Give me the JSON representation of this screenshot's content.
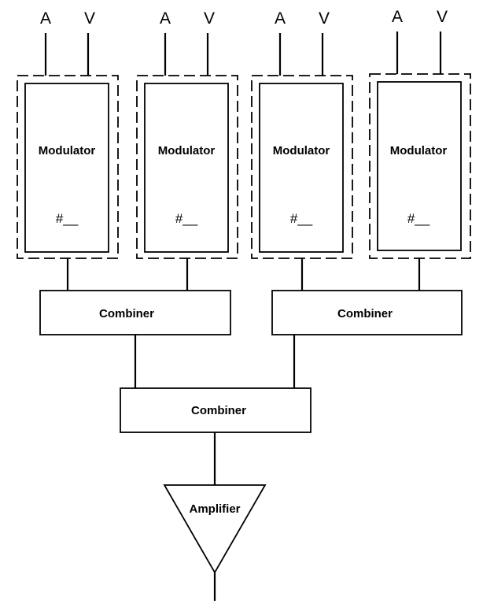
{
  "modulators": [
    {
      "label": "Modulator",
      "number": "#__",
      "terminals": {
        "a": "A",
        "v": "V"
      }
    },
    {
      "label": "Modulator",
      "number": "#__",
      "terminals": {
        "a": "A",
        "v": "V"
      }
    },
    {
      "label": "Modulator",
      "number": "#__",
      "terminals": {
        "a": "A",
        "v": "V"
      }
    },
    {
      "label": "Modulator",
      "number": "#__",
      "terminals": {
        "a": "A",
        "v": "V"
      }
    }
  ],
  "combiners": [
    {
      "label": "Combiner"
    },
    {
      "label": "Combiner"
    },
    {
      "label": "Combiner"
    }
  ],
  "amplifier": {
    "label": "Amplifier"
  },
  "colors": {
    "stroke": "#000000",
    "background": "#ffffff"
  }
}
